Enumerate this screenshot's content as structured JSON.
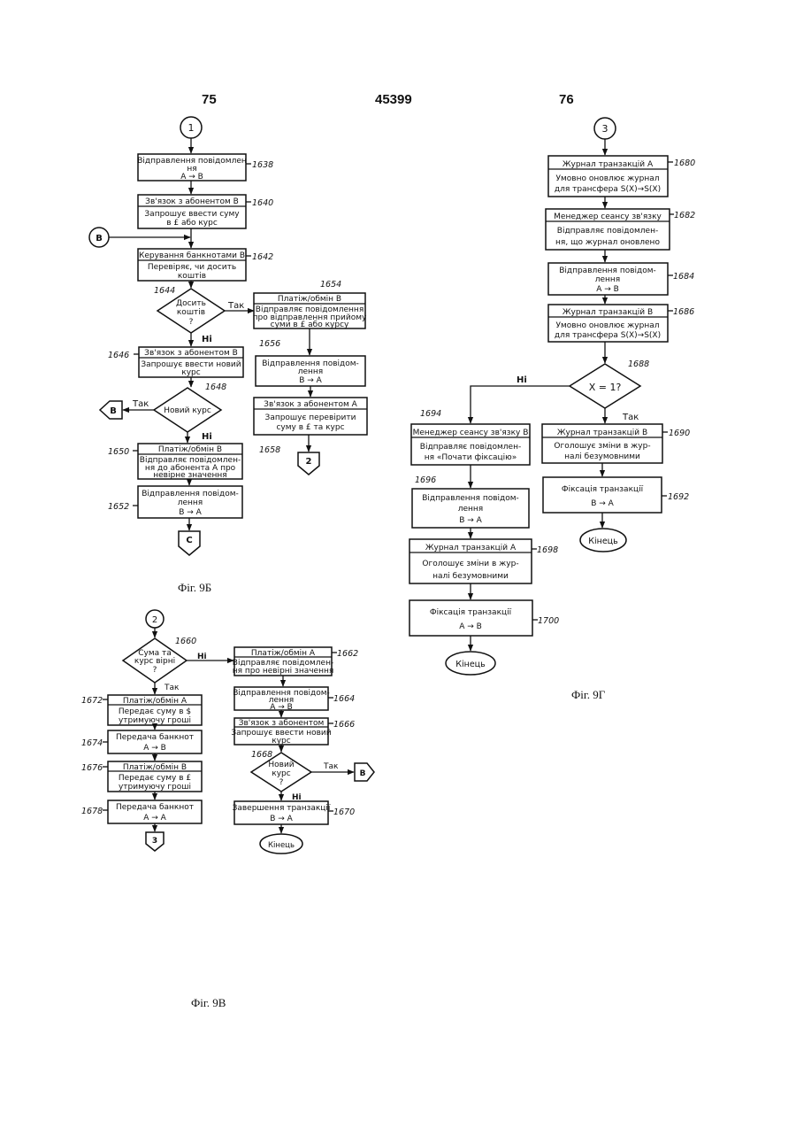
{
  "header": {
    "left_page": "75",
    "doc_number": "45399",
    "right_page": "76"
  },
  "fig9b": {
    "caption": "Фіг. 9Б",
    "start": "1",
    "connector_in": "B",
    "box1638": {
      "ref": "1638",
      "line1": "Відправлення повідомлен",
      "line2": "ня",
      "line3": "A → B"
    },
    "box1640": {
      "ref": "1640",
      "title": "Зв'язок з абонентом B",
      "line1": "Запрошує ввести суму",
      "line2": "в £ або курс"
    },
    "box1642": {
      "ref": "1642",
      "title": "Керування банкнотами B",
      "line1": "Перевіряє, чи досить",
      "line2": "коштів"
    },
    "dec1644": {
      "ref": "1644",
      "line1": "Досить",
      "line2": "коштів",
      "line3": "?",
      "yes": "Так",
      "no": "Ні"
    },
    "box1646": {
      "ref": "1646",
      "title": "Зв'язок з абонентом B",
      "line1": "Запрошує ввести новий",
      "line2": "курс"
    },
    "dec1648": {
      "ref": "1648",
      "line1": "Новий курс",
      "yes": "Так",
      "no": "Ні",
      "connector_out": "B"
    },
    "box1650": {
      "ref": "1650",
      "title": "Платіж/обмін B",
      "line1": "Відправляє повідомлен-",
      "line2": "ня до абонента A про",
      "line3": "невірне значення"
    },
    "box1652": {
      "ref": "1652",
      "line1": "Відправлення повідом-",
      "line2": "лення",
      "line3": "B → A"
    },
    "end": "C",
    "box1654": {
      "ref": "1654",
      "title": "Платіж/обмін B",
      "line1": "Відправляє повідомлення",
      "line2": "про відправлення прийому",
      "line3": "суми в £ або курсу"
    },
    "box1656": {
      "ref": "1656",
      "line1": "Відправлення повідом-",
      "line2": "лення",
      "line3": "B → A"
    },
    "box1658": {
      "ref": "1658",
      "title": "Зв'язок з абонентом A",
      "line1": "Запрошує перевірити",
      "line2": "суму в £ та курс"
    },
    "end2": "2"
  },
  "fig9v": {
    "caption": "Фіг. 9В",
    "start": "2",
    "dec1660": {
      "ref": "1660",
      "line1": "Сума та",
      "line2": "курс вірні",
      "line3": "?",
      "yes": "Так",
      "no": "Ні"
    },
    "box1662": {
      "ref": "1662",
      "title": "Платіж/обмін A",
      "line1": "Відправляє повідомлен-",
      "line2": "ня про невірні значення"
    },
    "box1664": {
      "ref": "1664",
      "line1": "Відправлення повідом-",
      "line2": "лення",
      "line3": "A → B"
    },
    "box1666": {
      "ref": "1666",
      "title": "Зв'язок з абонентом",
      "line1": "Запрошує ввести новий",
      "line2": "курс"
    },
    "dec1668": {
      "ref": "1668",
      "line1": "Новий",
      "line2": "курс",
      "line3": "?",
      "yes": "Так",
      "no": "Ні",
      "connector_out": "B"
    },
    "box1670": {
      "ref": "1670",
      "line1": "Завершення транзакції",
      "line2": "B → A"
    },
    "end_right": "Кінець",
    "box1672": {
      "ref": "1672",
      "title": "Платіж/обмін A",
      "line1": "Передає суму в $",
      "line2": "утримуючу гроші"
    },
    "box1674": {
      "ref": "1674",
      "line1": "Передача банкнот",
      "line2": "A → B"
    },
    "box1676": {
      "ref": "1676",
      "title": "Платіж/обмін B",
      "line1": "Передає суму в £",
      "line2": "утримуючу гроші"
    },
    "box1678": {
      "ref": "1678",
      "line1": "Передача банкнот",
      "line2": "A → A"
    },
    "end": "3"
  },
  "fig9g": {
    "caption": "Фіг. 9Г",
    "start": "3",
    "box1680": {
      "ref": "1680",
      "title": "Журнал транзакцій A",
      "line1": "Умовно оновлює журнал",
      "line2": "для трансфера S(X)→S(X)"
    },
    "box1682": {
      "ref": "1682",
      "title": "Менеджер сеансу зв'язку",
      "line1": "Відправляє повідомлен-",
      "line2": "ня, що журнал оновлено"
    },
    "box1684": {
      "ref": "1684",
      "line1": "Відправлення повідом-",
      "line2": "лення",
      "line3": "A → B"
    },
    "box1686": {
      "ref": "1686",
      "title": "Журнал транзакцій B",
      "line1": "Умовно оновлює журнал",
      "line2": "для трансфера S(X)→S(X)"
    },
    "dec1688": {
      "ref": "1688",
      "cond": "X = 1?",
      "yes": "Так",
      "no": "Ні"
    },
    "box1694": {
      "ref": "1694",
      "title": "Менеджер сеансу зв'язку B",
      "line1": "Відправляє повідомлен-",
      "line2": "ня «Почати фіксацію»"
    },
    "box1696": {
      "ref": "1696",
      "line1": "Відправлення повідом-",
      "line2": "лення",
      "line3": "B → A"
    },
    "box1698": {
      "ref": "1698",
      "title": "Журнал транзакцій A",
      "line1": "Оголошує зміни в жур-",
      "line2": "налі безумовними"
    },
    "box1700": {
      "ref": "1700",
      "line1": "Фіксація транзакції",
      "line2": "A → B"
    },
    "end_left": "Кінець",
    "box1690": {
      "ref": "1690",
      "title": "Журнал транзакцій B",
      "line1": "Оголошує зміни в жур-",
      "line2": "налі безумовними"
    },
    "box1692": {
      "ref": "1692",
      "line1": "Фіксація транзакції",
      "line2": "B → A"
    },
    "end_right": "Кінець"
  }
}
